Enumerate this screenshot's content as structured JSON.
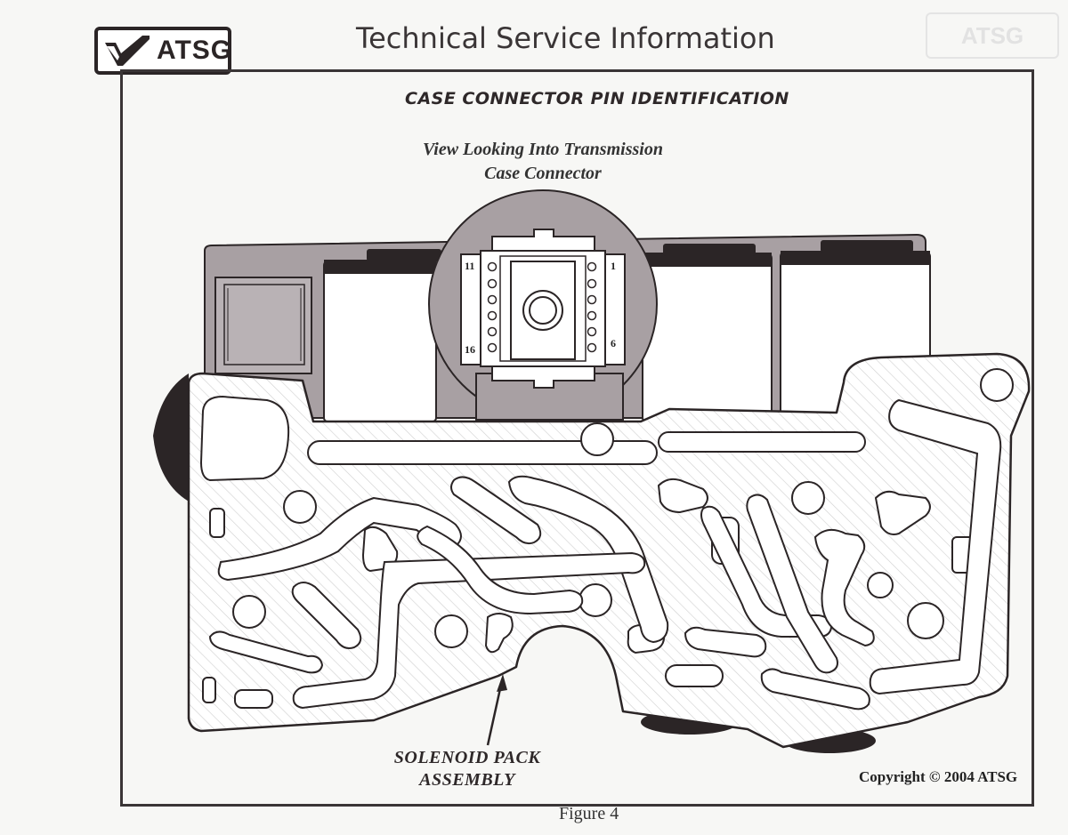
{
  "header": {
    "logo_text": "ATSG",
    "title": "Technical Service Information"
  },
  "figure": {
    "title": "CASE CONNECTOR PIN IDENTIFICATION",
    "view_label_line1": "View Looking Into Transmission",
    "view_label_line2": "Case Connector",
    "pins": {
      "top_left": "11",
      "top_right": "1",
      "bottom_left": "16",
      "bottom_right": "6"
    },
    "callout_line1": "SOLENOID PACK",
    "callout_line2": "ASSEMBLY",
    "copyright": "Copyright © 2004 ATSG",
    "caption": "Figure 4"
  },
  "colors": {
    "ink": "#2b2526",
    "shade": "#a8a0a3",
    "paper": "#f7f7f5"
  }
}
